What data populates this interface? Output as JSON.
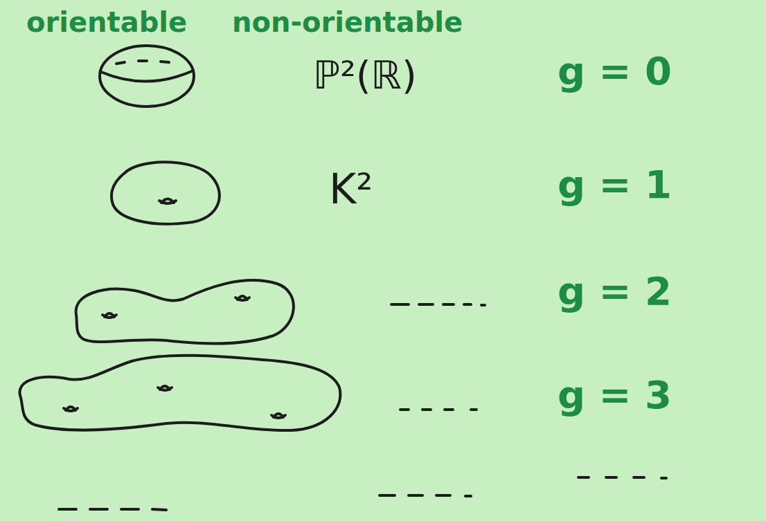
{
  "diagram": {
    "labels": [
      "orientable",
      "non-orientable",
      "ℙ²(ℝ)",
      "K²",
      "g = 0",
      "g = 1",
      "g = 2",
      "g = 3"
    ]
  }
}
